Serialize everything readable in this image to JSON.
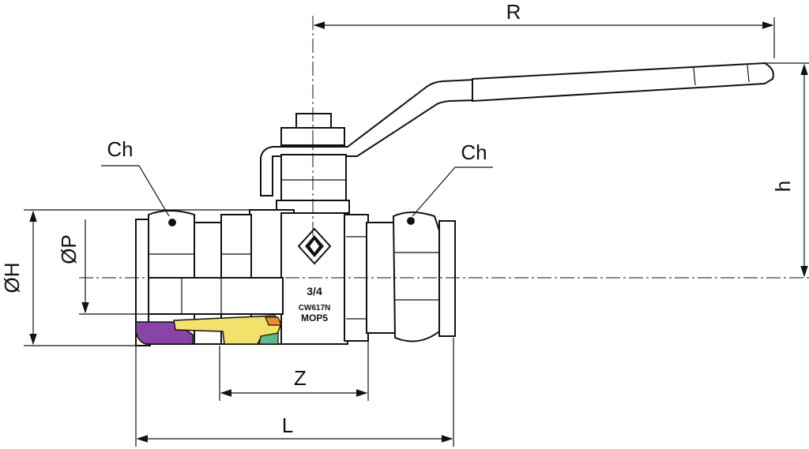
{
  "labels": {
    "R": "R",
    "h": "h",
    "ch_left": "Ch",
    "ch_right": "Ch",
    "diameter_h": "ØH",
    "diameter_p": "ØP",
    "Z": "Z",
    "L": "L"
  },
  "body_marking": {
    "size": "3/4",
    "material": "CW617N",
    "pressure": "MOP5"
  },
  "colors": {
    "seal_purple": "#8a44a8",
    "olive_yellow": "#f2e16b",
    "nut_orange": "#f08a2c",
    "seat_green": "#5fb98a"
  }
}
